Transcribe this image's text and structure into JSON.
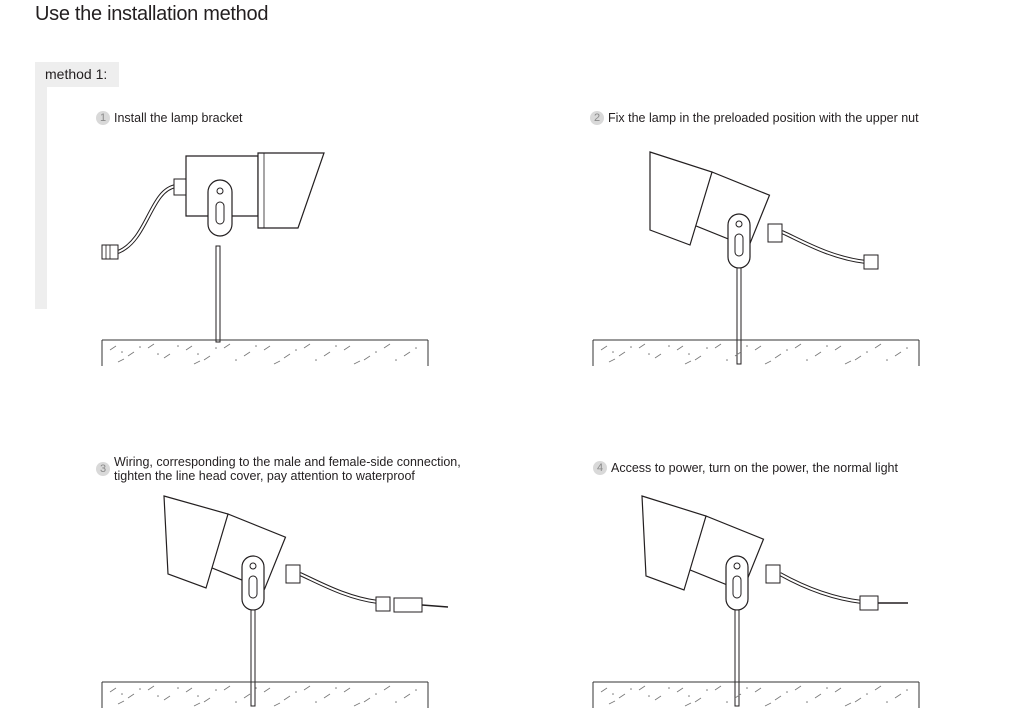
{
  "header": {
    "title": "Use the installation method"
  },
  "method": {
    "label": "method 1:"
  },
  "steps": [
    {
      "number": "1",
      "text": "Install the lamp bracket"
    },
    {
      "number": "2",
      "text": "Fix the lamp in the preloaded position with the upper nut"
    },
    {
      "number": "3",
      "text": "Wiring, corresponding to the male and female-side connection,\ntighten the line head cover, pay attention to waterproof"
    },
    {
      "number": "4",
      "text": "Access to power, turn on the power, the normal light"
    }
  ]
}
